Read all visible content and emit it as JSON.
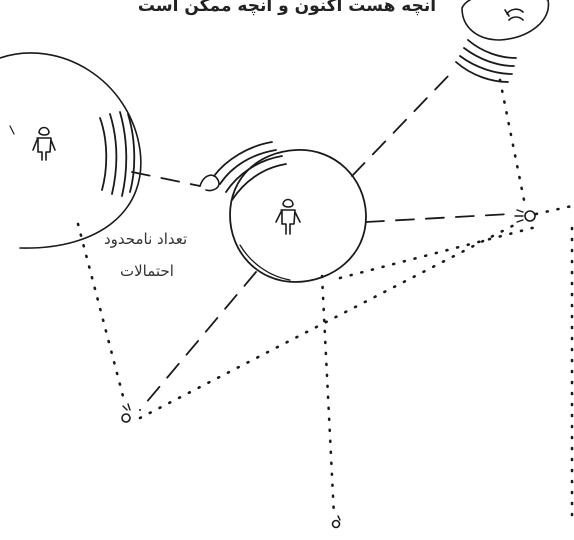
{
  "header": {
    "title": "آنچه هست اکنون و آنچه ممکن است"
  },
  "labels": {
    "possibilities_line1": "تعداد نامحدود",
    "possibilities_line2": "احتمالات"
  },
  "colors": {
    "ink": "#1a1a1a",
    "background": "#ffffff"
  }
}
